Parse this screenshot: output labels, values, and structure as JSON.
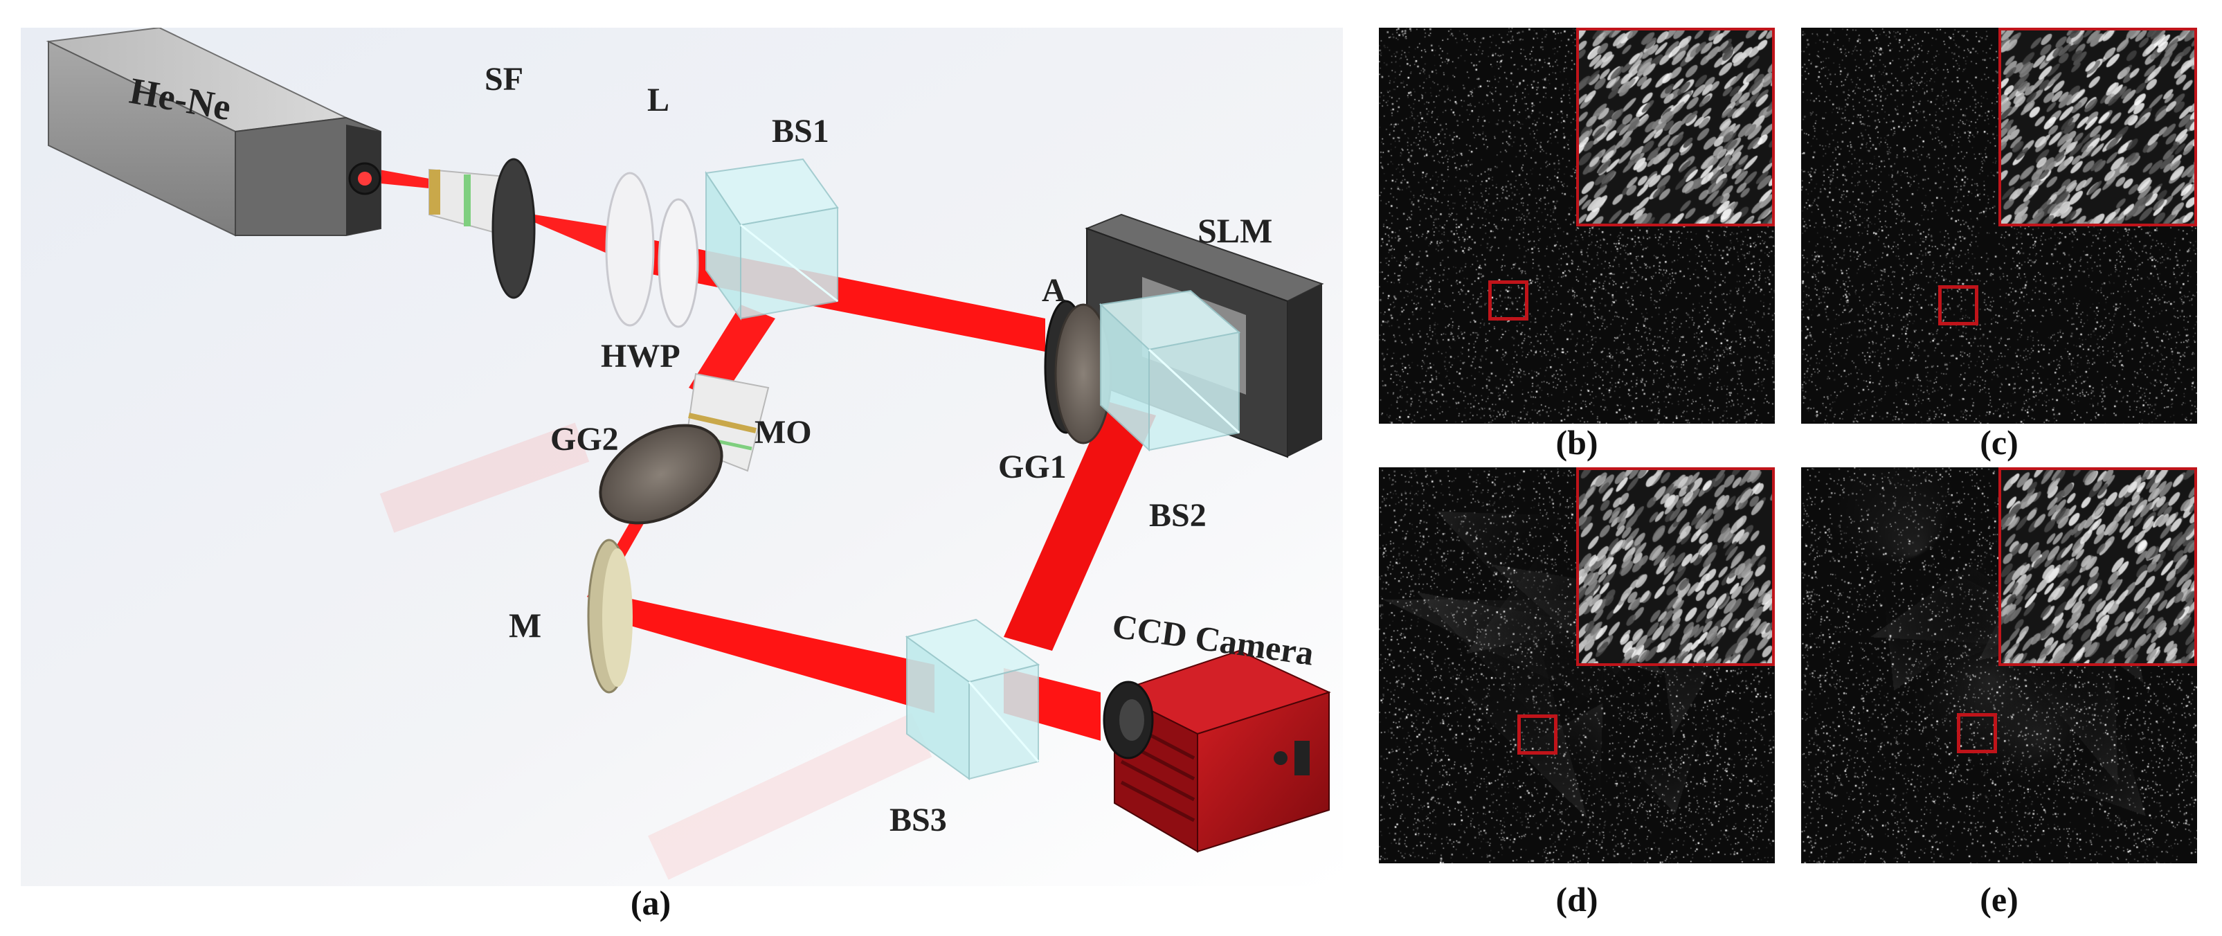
{
  "setup": {
    "caption": "(a)",
    "labels": {
      "laser": "He-Ne",
      "spatial_filter": "SF",
      "lens": "L",
      "half_wave_plate": "HWP",
      "beam_splitter_1": "BS1",
      "slm": "SLM",
      "aperture": "A",
      "ground_glass_1": "GG1",
      "beam_splitter_2": "BS2",
      "ground_glass_2": "GG2",
      "microscope_objective": "MO",
      "mirror": "M",
      "beam_splitter_3": "BS3",
      "camera": "CCD Camera"
    }
  },
  "speckle_panels": [
    {
      "caption": "(b)"
    },
    {
      "caption": "(c)"
    },
    {
      "caption": "(d)"
    },
    {
      "caption": "(e)"
    }
  ],
  "colors": {
    "beam": "#ff1a1a",
    "inset_border": "#c0141a",
    "camera_body": "#b3141a",
    "cube": "#bfeef0"
  }
}
